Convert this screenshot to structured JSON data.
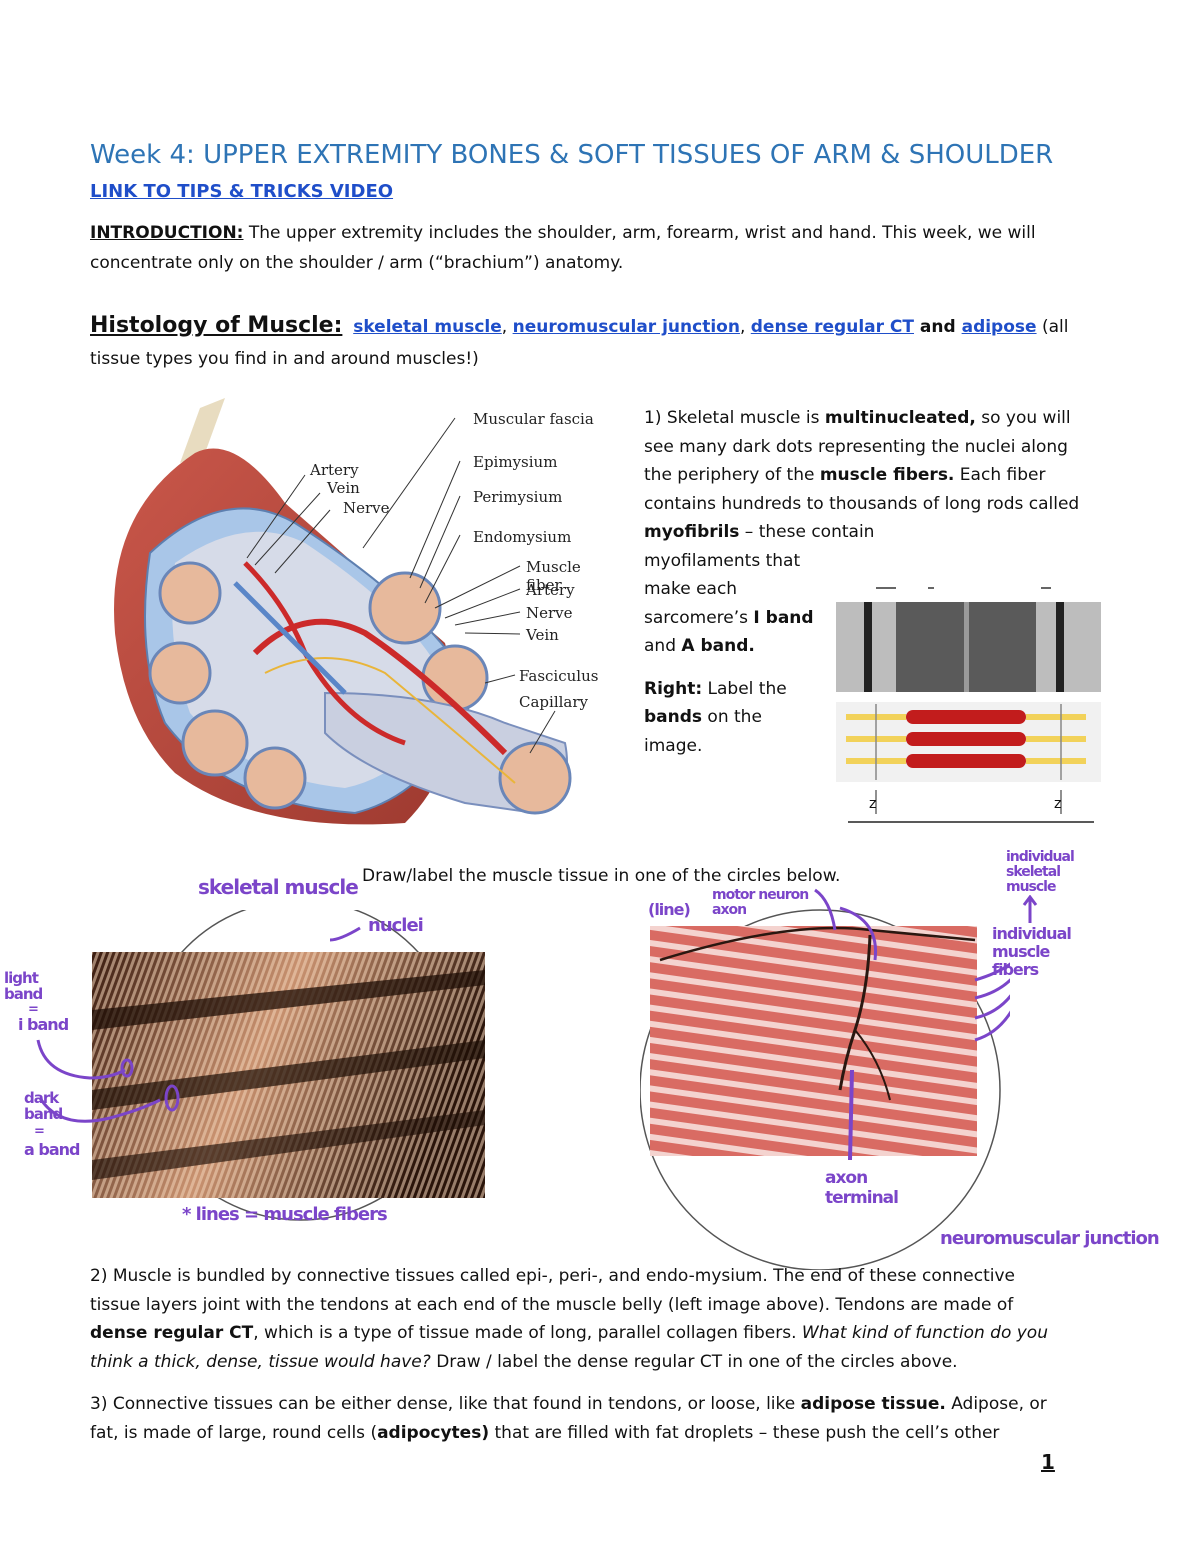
{
  "title": "Week 4: UPPER EXTREMITY BONES & SOFT TISSUES OF ARM & SHOULDER",
  "video_link": "LINK TO TIPS & TRICKS VIDEO",
  "intro": {
    "label": "INTRODUCTION:",
    "text": " The upper extremity includes the shoulder, arm, forearm, wrist and hand. This week, we will concentrate only on the shoulder / arm (“brachium”) anatomy."
  },
  "histology": {
    "heading": "Histology of Muscle:",
    "links": [
      "skeletal muscle",
      "neuromuscular junction",
      "dense regular CT",
      "adipose"
    ],
    "sep1": ", ",
    "sep2": ", ",
    "and": " and ",
    "tail": " (all tissue types you find in and around muscles!)"
  },
  "figure_labels": {
    "right": [
      "Muscular fascia",
      "Epimysium",
      "Perimysium",
      "Endomysium",
      "Muscle fiber",
      "Artery",
      "Nerve",
      "Vein",
      "Fasciculus",
      "Capillary"
    ],
    "left": [
      "Artery",
      "Vein",
      "Nerve"
    ]
  },
  "p1": {
    "a": "1) Skeletal muscle is ",
    "b": "multinucleated,",
    "c": " so you will see many dark dots representing the nuclei along the periphery of the ",
    "d": "muscle fibers.",
    "e": " Each fiber contains hundreds to thousands of long rods called ",
    "f": "myofibrils",
    "g": " – these contain",
    "lines": [
      "myofilaments that",
      "make each",
      "sarcomere’s",
      "I band",
      "and",
      "A band."
    ],
    "right_a": "Right:",
    "right_b": " Label the",
    "bands": "bands",
    "on_the": " on the",
    "image": "image."
  },
  "sarcomere_labels": [
    "z",
    "z"
  ],
  "draw_label": "Draw/label the muscle tissue in one of the circles below.",
  "handwriting": {
    "skeletal_muscle": "skeletal muscle",
    "nuclei": "nuclei",
    "light_band": "light band",
    "eq1": "=",
    "i_band": "i band",
    "dark_band": "dark band",
    "eq2": "=",
    "a_band": "a band",
    "lines_note": "* lines = muscle fibers",
    "line": "(line)",
    "motor_neuron": "motor neuron",
    "axon": "axon",
    "individual_skeletal": "individual skeletal muscle",
    "individual_fibers": "individual muscle fibers",
    "axon_terminal": "axon terminal",
    "nmj": "neuromuscular junction"
  },
  "p2": {
    "a": "2) Muscle is bundled by connective tissues called epi-, peri-, and endo-mysium. The end of these connective tissue layers joint with the tendons at each end of the muscle belly (left image above). Tendons are made of ",
    "b": "dense regular CT",
    "c": ", which is a type of tissue made of long, parallel collagen fibers. ",
    "d": "What kind of function do you think a thick, dense, tissue would have?",
    "e": " Draw / label the dense regular CT in one of the circles above."
  },
  "p3": {
    "a": "3) Connective tissues can be either dense, like that found in tendons, or loose, like ",
    "b": "adipose tissue.",
    "c": " Adipose, or fat, is made of large, round cells (",
    "d": "adipocytes)",
    "e": " that are filled with fat droplets – these push the cell’s other"
  },
  "page_number": "1",
  "colors": {
    "title": "#2e74b5",
    "link": "#1f4ec9",
    "handwriting": "#7b45c9"
  }
}
